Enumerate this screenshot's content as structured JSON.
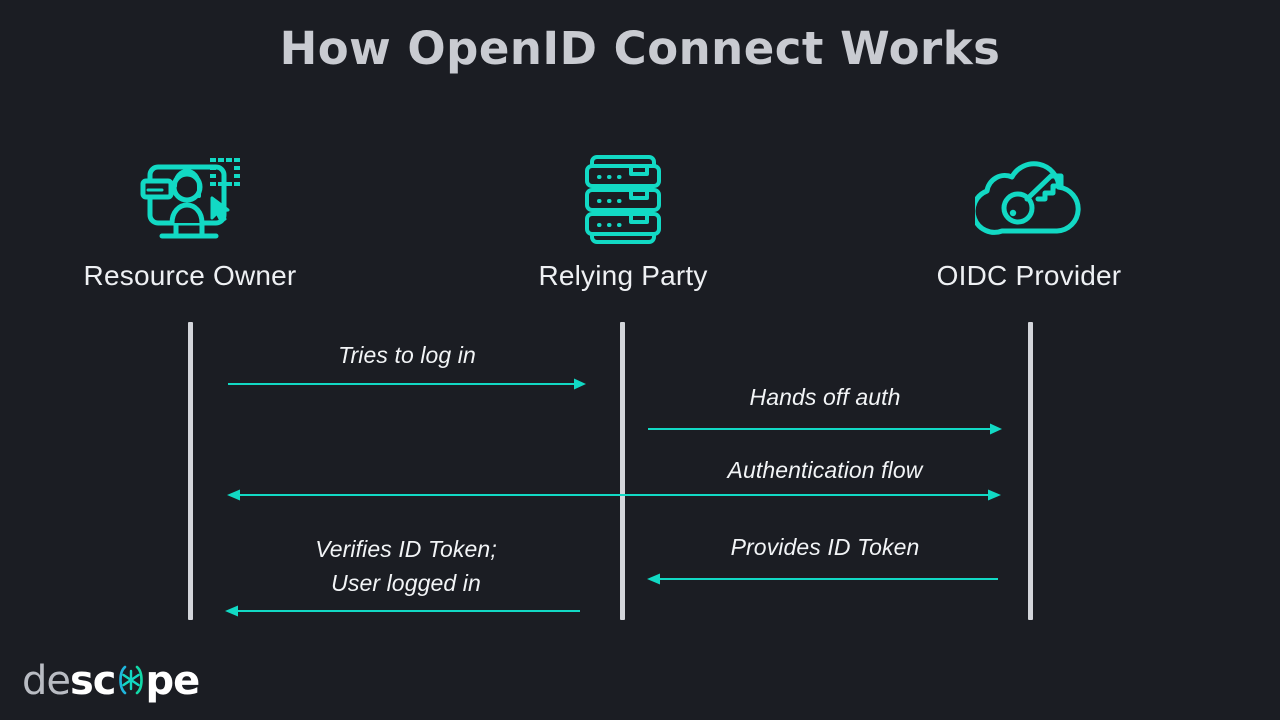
{
  "page": {
    "title": "How OpenID Connect Works",
    "background_color": "#1b1d23",
    "accent_color": "#12d9c4",
    "lifeline_color": "#d3d5da",
    "label_color": "#f2f4f6",
    "title_color": "#c9cbd1"
  },
  "actors": [
    {
      "label": "Resource Owner",
      "icon": "user-on-monitor-icon"
    },
    {
      "label": "Relying Party",
      "icon": "server-stack-icon"
    },
    {
      "label": "OIDC Provider",
      "icon": "cloud-key-icon"
    }
  ],
  "messages": [
    {
      "label": "Tries to log in",
      "direction": "right",
      "from": "Resource Owner",
      "to": "Relying Party"
    },
    {
      "label": "Hands off auth",
      "direction": "right",
      "from": "Relying Party",
      "to": "OIDC Provider"
    },
    {
      "label": "Authentication flow",
      "direction": "both",
      "from": "Resource Owner",
      "to": "OIDC Provider"
    },
    {
      "label_line1": "Verifies ID Token;",
      "label_line2": "User logged in",
      "direction": "left",
      "from": "Relying Party",
      "to": "Resource Owner"
    },
    {
      "label": "Provides ID Token",
      "direction": "left",
      "from": "OIDC Provider",
      "to": "Relying Party"
    }
  ],
  "logo": {
    "part_de": "de",
    "part_sc": "sc",
    "mark": "asterisk-in-brackets-icon",
    "part_pe": "pe",
    "mark_color": "#12d9c4"
  }
}
